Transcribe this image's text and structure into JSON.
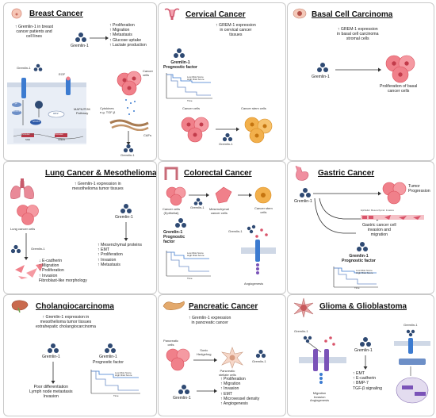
{
  "palette": {
    "dot": "#2f4a73",
    "cell": "#f0808a",
    "cellEdge": "#d94f5c",
    "stem": "#f2b04c",
    "membrane": "#cfd8e6",
    "blue": "#3c7bd0"
  },
  "breast": {
    "title": "Breast Cancer",
    "left_text": [
      "↑ Gremlin-1 in breast",
      "cancer patients and",
      "cell lines"
    ],
    "gremlin": "Gremlin-1",
    "effects": [
      "↑ Proliferation",
      "↑ Migration",
      "↑ Metastasis",
      "↑ Glucose uptake",
      "↑ Lactate production"
    ],
    "cancer_cells": [
      "Cancer",
      "cells"
    ],
    "gremlin_top": "Gremlin-1",
    "egf": "EGF",
    "egfr": "EGFR",
    "pathway": [
      "MAPK/PI3K",
      "Pathway"
    ],
    "cytokines": [
      "Cytokines",
      "e.g. TGF-β"
    ],
    "cafs": "CAFs",
    "gremlin_bottom": "Gremlin-1",
    "mol_labels": [
      "Tyk",
      "STAT3",
      "HIF2",
      "STAT3"
    ],
    "dna_labels": [
      "Promoter",
      "SNAI",
      "Promoter",
      "GREM1"
    ]
  },
  "cervical": {
    "title": "Cervical Cancer",
    "expression": [
      "↑ GREM-1 expression",
      "in cervical cancer",
      "tissues"
    ],
    "prognostic": [
      "Gremlin-1",
      "Prognostic factor"
    ],
    "km_legend": [
      "Low Risk Score",
      "High Risk Score"
    ],
    "km_axis": "Time",
    "cancer_cells": "Cancer cells",
    "stem_cells": "Cancer stem cells",
    "gremlin": "Gremlin-1"
  },
  "basal": {
    "title": "Basal Cell Carcinoma",
    "expression": [
      "↑ GREM-1 expression",
      "in basal cell carcinoma",
      "stromal cells"
    ],
    "gremlin": "Gremlin-1",
    "result": [
      "Proliferation of basal",
      "cancer cells"
    ]
  },
  "lung": {
    "title": "Lung Cancer & Mesothelioma",
    "expression": [
      "↑ Gremlin-1 expression in",
      "mesothelioma tumor tissues"
    ],
    "cells_label": "Lung cancer cells",
    "gremlin": "Gremlin-1",
    "gremlin_right": "Gremlin-1",
    "effects_left": [
      "↓ E-cadherin",
      "↑ Migration",
      "↑ Proliferation",
      "↑ Invasion",
      "Fibroblast-like morphology"
    ],
    "effects_right": [
      "↑ Mesenchymal proteins",
      "↑ EMT",
      "↑ Proliferation",
      "↑ Invasion",
      "↑ Metastasis"
    ]
  },
  "colorectal": {
    "title": "Colorectal Cancer",
    "epithelial": [
      "Cancer cells",
      "(Epithelial)"
    ],
    "gremlin": "Gremlin-1",
    "mesenchymal": [
      "Mesenchymal",
      "cancer cells"
    ],
    "stem": [
      "Cancer stem",
      "cells"
    ],
    "prognostic": [
      "Gremlin-1",
      "Prognostic",
      "factor"
    ],
    "km_legend": [
      "Low Risk Score",
      "High Risk Score"
    ],
    "km_axis": "Time",
    "gremlin_small": "Gremlin-1",
    "angiogenesis": "Angiogenesis"
  },
  "gastric": {
    "title": "Gastric Cancer",
    "gremlin": "Gremlin-1",
    "tumor": [
      "Tumor",
      "Progression"
    ],
    "emt_labels": [
      "Epithelial",
      "Mesenchymal",
      "Invasive"
    ],
    "invasion": [
      "Gastric cancer cell",
      "invasion and",
      "migration"
    ],
    "prognostic": [
      "Gremlin-1",
      "Prognostic factor"
    ],
    "km_legend": [
      "Low Risk Score",
      "High Risk Score"
    ],
    "km_axis": "Time"
  },
  "cholangio": {
    "title": "Cholangiocarcinoma",
    "expression": [
      "↑ Gremlin-1 expression in",
      "mesothelioma tumor tissues",
      "extrahepatic cholangiocarcinoma"
    ],
    "gremlin_left": "Gremlin-1",
    "gremlin_right": "Gremlin-1",
    "prognostic": "Prognostic factor",
    "km_legend": [
      "Low Risk Score",
      "High Risk Score"
    ],
    "km_axis": "Time",
    "effects": [
      "Poor differentiation",
      "Lymph node metastasis",
      "Invasion"
    ]
  },
  "pancreatic": {
    "title": "Pancreatic Cancer",
    "expression": [
      "↑ Gremlin-1 expression",
      "in pancreatic cancer"
    ],
    "pancreatic_cells": [
      "Pancreatic",
      "cells"
    ],
    "hedgehog": [
      "Sonic",
      "Hedgehog"
    ],
    "stellate": [
      "Pancreatic",
      "stellate cells"
    ],
    "gremlin_right": "Gremlin-1",
    "gremlin": "Gremlin-1",
    "effects": [
      "↑ Proliferation",
      "↑ Migration",
      "↑ Invasion",
      "↑ EMT",
      "↑ Microvessel density",
      "↑ Angiogenesis"
    ]
  },
  "glioma": {
    "title": "Glioma & Glioblastoma",
    "gremlin_left": "Gremlin-1",
    "gremlin_mid": "Gremlin-1",
    "gremlin_right": "Gremlin-1",
    "migration": [
      "Migration",
      "Invasion",
      "Angiogenesis"
    ],
    "effects": [
      "↑ EMT",
      "↑ E-cadherin",
      "↑ BMP-7",
      "TGF-β signaling"
    ]
  }
}
